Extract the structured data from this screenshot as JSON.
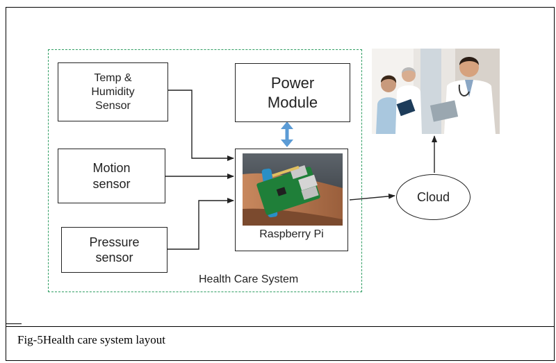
{
  "diagram": {
    "boundary_label": "Health Care System",
    "blocks": {
      "temp_humidity": "Temp &\nHumidity\nSensor",
      "motion": "Motion\nsensor",
      "pressure": "Pressure\nsensor",
      "power": "Power\nModule",
      "raspberry_pi": "Raspberry Pi",
      "cloud": "Cloud"
    },
    "edges": [
      {
        "from": "Temp & Humidity Sensor",
        "to": "Raspberry Pi"
      },
      {
        "from": "Motion sensor",
        "to": "Raspberry Pi"
      },
      {
        "from": "Pressure sensor",
        "to": "Raspberry Pi"
      },
      {
        "from": "Power Module",
        "to": "Raspberry Pi",
        "bidirectional": true
      },
      {
        "from": "Raspberry Pi",
        "to": "Cloud"
      },
      {
        "from": "Cloud",
        "to": "Doctors"
      }
    ]
  },
  "caption": "Fig-5Health care system layout",
  "colors": {
    "boundary": "#2e9d62",
    "power_arrow": "#5b9bd5",
    "stroke": "#222222"
  }
}
